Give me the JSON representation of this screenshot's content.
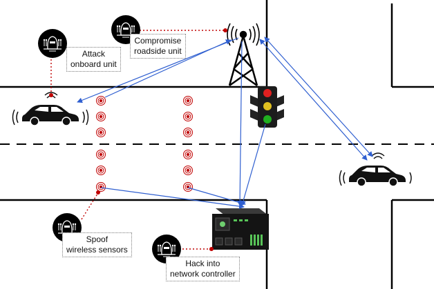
{
  "labels": {
    "attack_onboard": [
      "Attack",
      "onboard unit"
    ],
    "compromise_rsu": [
      "Compromise",
      "roadside unit"
    ],
    "spoof_sensors": [
      "Spoof",
      "wireless sensors"
    ],
    "hack_controller": [
      "Hack into",
      "network controller"
    ]
  },
  "colors": {
    "road_line": "#000000",
    "link": "#2f5fd0",
    "attack_link": "#c00000",
    "sensor": "#c00000",
    "traffic_red": "#e02020",
    "traffic_yellow": "#e0c020",
    "traffic_green": "#20b020",
    "controller_body": "#1a1a1a",
    "controller_led": "#58c458"
  },
  "icons": {
    "hacker": "hacker-icon",
    "car": "car-icon",
    "tower": "cell-tower-icon",
    "traffic_light": "traffic-light-icon",
    "controller": "network-controller-icon",
    "sensor": "wireless-sensor-icon"
  }
}
